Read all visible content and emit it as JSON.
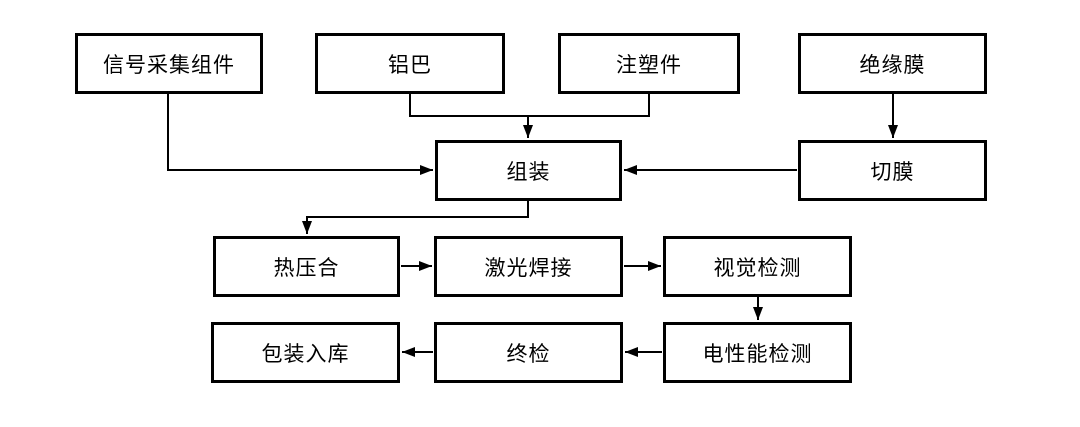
{
  "diagram": {
    "type": "flowchart",
    "background_color": "#ffffff",
    "line_color": "#000000",
    "node_border_color": "#000000",
    "node_fill_color": "#ffffff",
    "text_color": "#000000",
    "nodes": {
      "signal_component": {
        "label": "信号采集组件"
      },
      "aluminum_bar": {
        "label": "铝巴"
      },
      "injection_part": {
        "label": "注塑件"
      },
      "insulation_film": {
        "label": "绝缘膜"
      },
      "assembly": {
        "label": "组装"
      },
      "film_cutting": {
        "label": "切膜"
      },
      "hot_pressing": {
        "label": "热压合"
      },
      "laser_welding": {
        "label": "激光焊接"
      },
      "visual_inspection": {
        "label": "视觉检测"
      },
      "packaging_storage": {
        "label": "包装入库"
      },
      "final_inspection": {
        "label": "终检"
      },
      "electrical_test": {
        "label": "电性能检测"
      }
    },
    "edges": [
      {
        "from": "signal_component",
        "to": "assembly"
      },
      {
        "from": "aluminum_bar",
        "to": "assembly"
      },
      {
        "from": "injection_part",
        "to": "assembly"
      },
      {
        "from": "insulation_film",
        "to": "film_cutting"
      },
      {
        "from": "film_cutting",
        "to": "assembly"
      },
      {
        "from": "assembly",
        "to": "hot_pressing"
      },
      {
        "from": "hot_pressing",
        "to": "laser_welding"
      },
      {
        "from": "laser_welding",
        "to": "visual_inspection"
      },
      {
        "from": "visual_inspection",
        "to": "electrical_test"
      },
      {
        "from": "electrical_test",
        "to": "final_inspection"
      },
      {
        "from": "final_inspection",
        "to": "packaging_storage"
      }
    ]
  }
}
